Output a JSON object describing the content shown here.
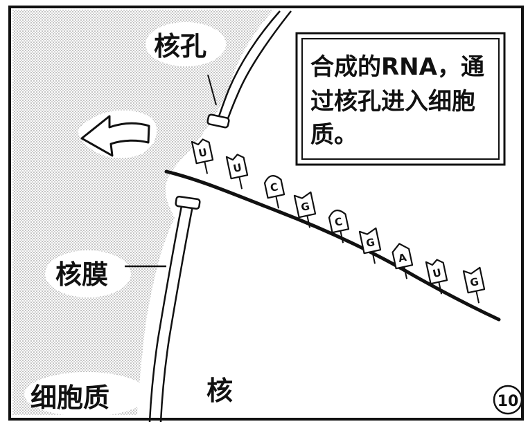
{
  "panel_number": "⑩",
  "caption": {
    "line1": "合成的RNA，通",
    "line2": "过核孔进入细胞",
    "line3": "质。"
  },
  "labels": {
    "nuclear_pore": "核孔",
    "nuclear_membrane": "核膜",
    "cytoplasm": "细胞质",
    "nucleus": "核"
  },
  "rna_nucleotides": [
    "U",
    "U",
    "C",
    "G",
    "C",
    "G",
    "A",
    "U",
    "G"
  ],
  "arrow": "arrow-left-icon"
}
